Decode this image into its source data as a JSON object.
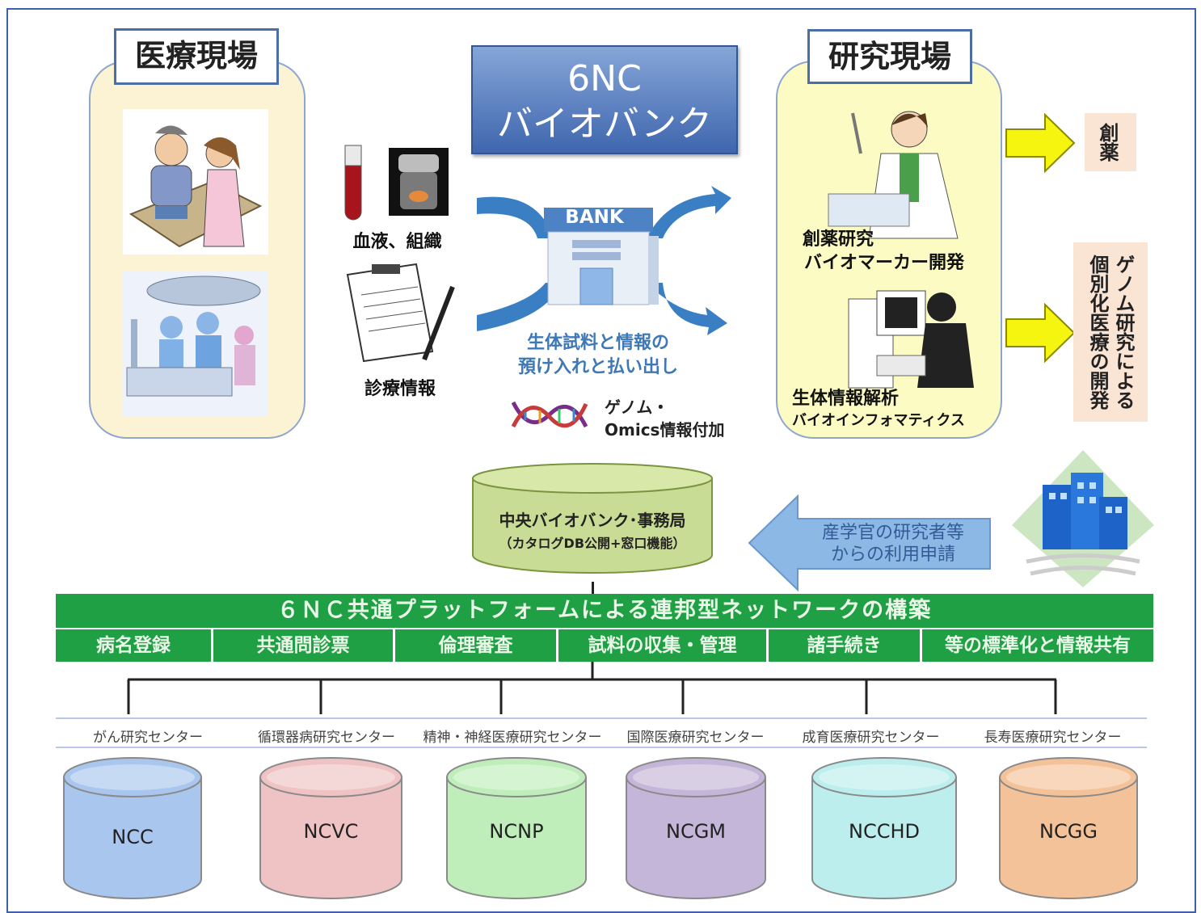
{
  "left_panel": {
    "title": "医療現場"
  },
  "right_panel": {
    "title": "研究現場"
  },
  "biobank_title": {
    "line1": "6NC",
    "line2": "バイオバンク"
  },
  "samples": {
    "blood_tissue": "血液、組織",
    "clinical_info": "診療情報"
  },
  "bank": {
    "sign": "BANK",
    "caption_line1": "生体試料と情報の",
    "caption_line2": "預け入れと払い出し"
  },
  "genome": {
    "line1": "ゲノム・",
    "line2": "Omics情報付加"
  },
  "research": {
    "drug_line1": "創薬研究",
    "drug_line2": "バイオマーカー開発",
    "bio_line1": "生体情報解析",
    "bio_line2": "バイオインフォマティクス"
  },
  "outputs": {
    "drug": "創薬",
    "genome": "ゲノム研究による個別化医療の開発"
  },
  "central": {
    "line1": "中央バイオバンク･事務局",
    "line2": "（カタログDB公開+窓口機能）"
  },
  "request_arrow": {
    "line1": "産学官の研究者等",
    "line2": "からの利用申請"
  },
  "platform": {
    "title": "６ＮＣ共通プラットフォームによる連邦型ネットワークの構築",
    "items": [
      "病名登録",
      "共通問診票",
      "倫理審査",
      "試料の収集・管理",
      "諸手続き",
      "等の標準化と情報共有"
    ]
  },
  "centers": [
    {
      "name": "がん研究センター",
      "code": "NCC",
      "color": "#a9c6ee"
    },
    {
      "name": "循環器病研究センター",
      "code": "NCVC",
      "color": "#efc3c3"
    },
    {
      "name": "精神・神経医療研究センター",
      "code": "NCNP",
      "color": "#bfeebb"
    },
    {
      "name": "国際医療研究センター",
      "code": "NCGM",
      "color": "#c4b6d8"
    },
    {
      "name": "成育医療研究センター",
      "code": "NCCHD",
      "color": "#bdeeee"
    },
    {
      "name": "長寿医療研究センター",
      "code": "NCGG",
      "color": "#f4c298"
    }
  ]
}
